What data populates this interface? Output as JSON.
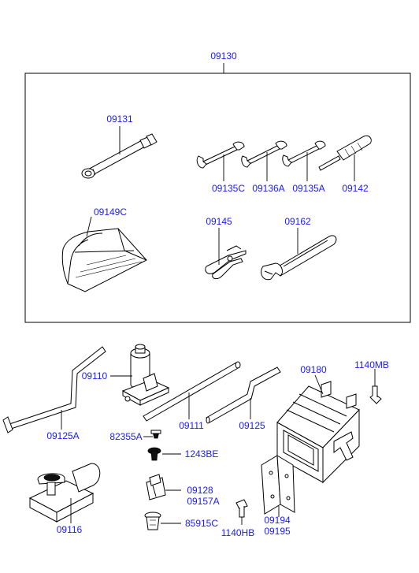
{
  "diagram": {
    "kit_label": "09130",
    "labels": {
      "l09131": "09131",
      "l09135C": "09135C",
      "l09136A": "09136A",
      "l09135A": "09135A",
      "l09142": "09142",
      "l09149C": "09149C",
      "l09145": "09145",
      "l09162": "09162",
      "l09110": "09110",
      "l09125A": "09125A",
      "l09111": "09111",
      "l09125": "09125",
      "l09180": "09180",
      "l1140MB": "1140MB",
      "l82355A": "82355A",
      "l1243BE": "1243BE",
      "l09128": "09128",
      "l09157A": "09157A",
      "l85915C": "85915C",
      "l09116": "09116",
      "l1140HB": "1140HB",
      "l09194": "09194",
      "l09195": "09195"
    },
    "label_color": "#1a1aff"
  }
}
